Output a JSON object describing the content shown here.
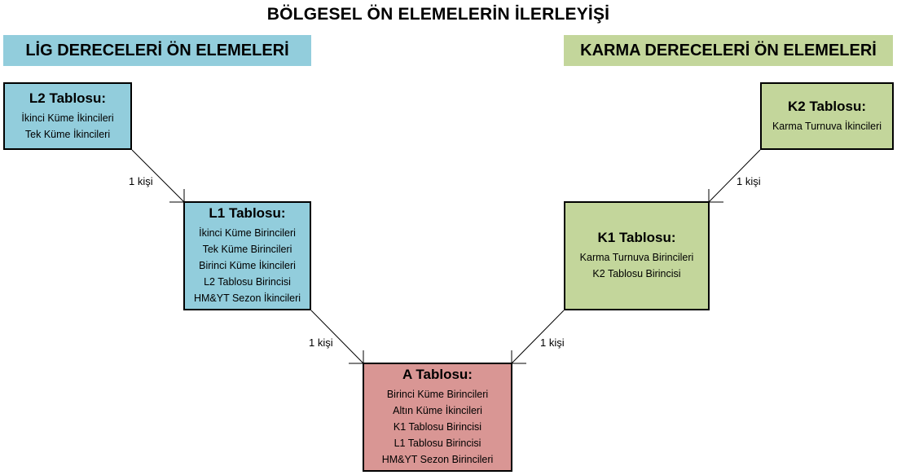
{
  "title": "BÖLGESEL ÖN ELEMELERİN İLERLEYİŞİ",
  "banners": {
    "lig": "LİG DERECELERİ ÖN ELEMELERİ",
    "karma": "KARMA DERECELERİ ÖN ELEMELERİ"
  },
  "boxes": {
    "l2": {
      "title": "L2 Tablosu:",
      "lines": [
        "İkinci Küme İkincileri",
        "Tek Küme İkincileri"
      ]
    },
    "l1": {
      "title": "L1 Tablosu:",
      "lines": [
        "İkinci Küme Birincileri",
        "Tek Küme Birincileri",
        "Birinci Küme İkincileri",
        "L2 Tablosu Birincisi",
        "HM&YT Sezon İkincileri"
      ]
    },
    "a": {
      "title": "A Tablosu:",
      "lines": [
        "Birinci Küme Birincileri",
        "Altın Küme İkincileri",
        "K1 Tablosu Birincisi",
        "L1 Tablosu Birincisi",
        "HM&YT Sezon Birincileri"
      ]
    },
    "k2": {
      "title": "K2 Tablosu:",
      "lines": [
        "Karma Turnuva İkincileri"
      ]
    },
    "k1": {
      "title": "K1 Tablosu:",
      "lines": [
        "Karma Turnuva Birincileri",
        "K2 Tablosu Birincisi"
      ]
    }
  },
  "edges": {
    "l2_l1": "1 kişi",
    "l1_a": "1 kişi",
    "k2_k1": "1 kişi",
    "k1_a": "1 kişi"
  },
  "colors": {
    "lig_fill": "#92cddc",
    "karma_fill": "#c3d69b",
    "final_fill": "#d99694",
    "border": "#000000"
  }
}
